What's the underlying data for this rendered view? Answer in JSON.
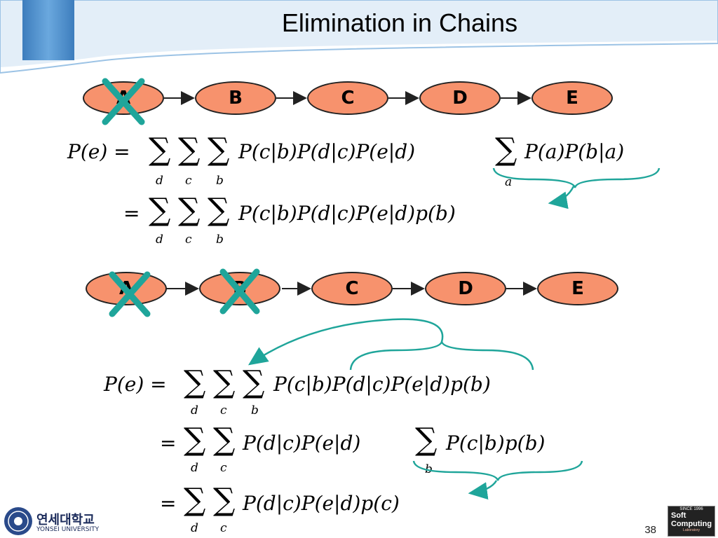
{
  "slide": {
    "title": "Elimination in Chains",
    "page_number": "38"
  },
  "chain1": {
    "nodes": [
      "A",
      "B",
      "C",
      "D",
      "E"
    ],
    "eliminated": [
      "A"
    ]
  },
  "chain2": {
    "nodes": [
      "A",
      "B",
      "C",
      "D",
      "E"
    ],
    "eliminated": [
      "A",
      "B"
    ]
  },
  "equations": {
    "eq1_lhs": "P(e) =",
    "eq1_rhs_a": "P(c|b)P(d|c)P(e|d)",
    "eq1_rhs_b": "P(a)P(b|a)",
    "eq2_prefix": "=",
    "eq2_rhs": "P(c|b)P(d|c)P(e|d)p(b)",
    "eq3_lhs": "P(e) =",
    "eq3_rhs": "P(c|b)P(d|c)P(e|d)p(b)",
    "eq4_prefix": "=",
    "eq4_rhs_a": "P(d|c)P(e|d)",
    "eq4_rhs_b": "P(c|b)p(b)",
    "eq5_prefix": "=",
    "eq5_rhs": "P(d|c)P(e|d)p(c)",
    "sum_sub_d": "d",
    "sum_sub_c": "c",
    "sum_sub_b": "b",
    "sum_sub_a": "a"
  },
  "footer": {
    "university_korean": "연세대학교",
    "university_english": "YONSEI UNIVERSITY",
    "lab_logo_line1": "Soft",
    "lab_logo_line2": "Computing",
    "lab_logo_top": "SINCE 1996",
    "lab_logo_bottom": "Laboratory"
  },
  "colors": {
    "node_fill": "#f7926d",
    "cross": "#1fa59a",
    "arrow": "#1fa59a",
    "banner": "#4a8fc8"
  }
}
